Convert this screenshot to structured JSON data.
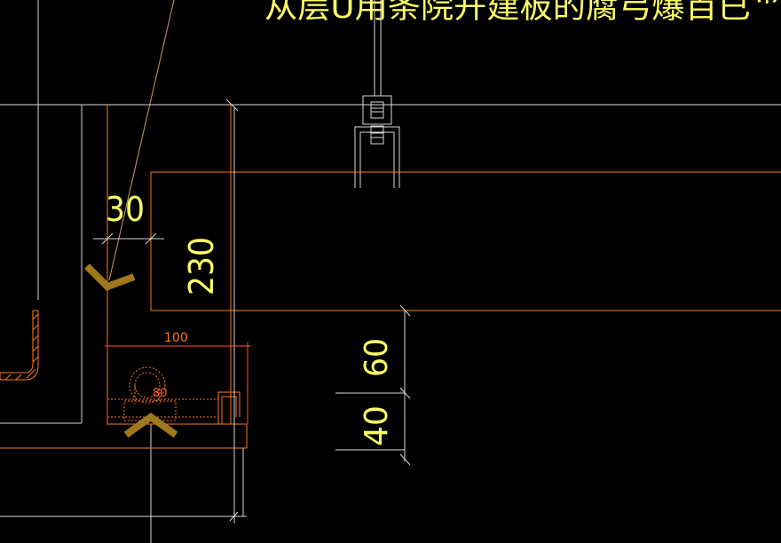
{
  "drawing": {
    "title_fragment": "从层U用条院开建板的腐弓爆百已⺌",
    "colors": {
      "background": "#000000",
      "outline": "#d8d8d8",
      "orange": "#ff7a1a",
      "yellow_text": "#ffff66",
      "marker": "#a07a1a",
      "red_dim": "#ff5533",
      "tan_leader": "#c8a060",
      "white": "#ffffff"
    },
    "dimensions": {
      "d30": "30",
      "d230": "230",
      "d100": "100",
      "d80": "80",
      "d60": "60",
      "d40": "40"
    },
    "markers": [
      "section-arrow-upper",
      "section-arrow-lower"
    ]
  }
}
